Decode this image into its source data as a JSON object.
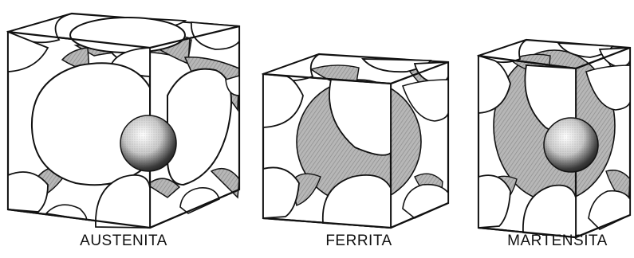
{
  "labels": {
    "austenita": "AUSTENITA",
    "ferrita": "FERRITA",
    "martensita": "MARTENSITA"
  },
  "colors": {
    "line": "#111111",
    "shade": "#a9a9a9",
    "paper": "#ffffff"
  }
}
